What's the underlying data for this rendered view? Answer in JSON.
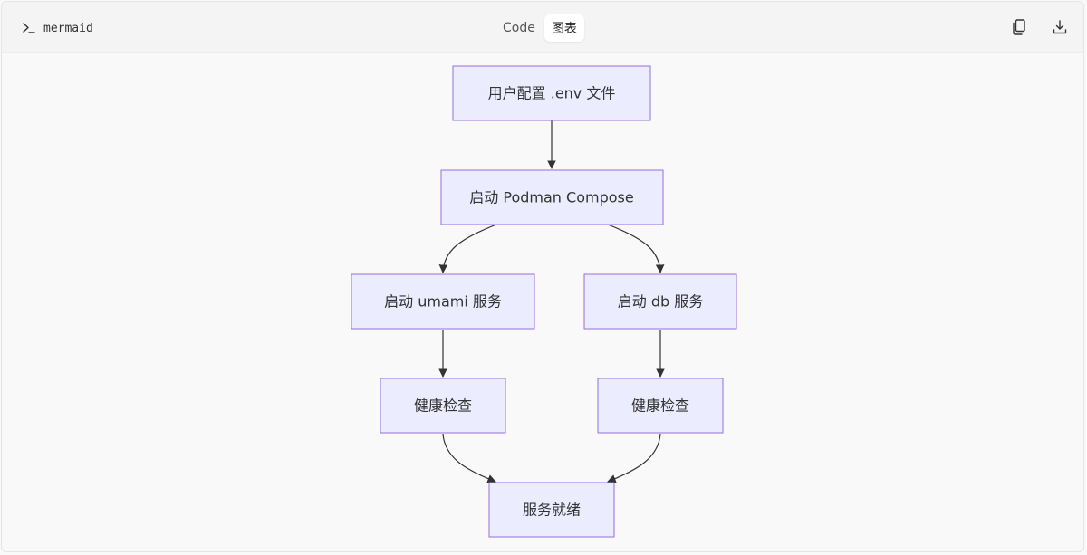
{
  "header": {
    "language": "mermaid",
    "tabs": [
      {
        "label": "Code",
        "active": false
      },
      {
        "label": "图表",
        "active": true
      }
    ],
    "actions": {
      "copy_icon": "copy-icon",
      "download_icon": "download-icon"
    }
  },
  "diagram": {
    "type": "flowchart",
    "node_fill": "#ececff",
    "node_stroke": "#9370db",
    "edge_color": "#333333",
    "nodes": {
      "config_env": "用户配置 .env 文件",
      "start_compose": "启动 Podman Compose",
      "start_umami": "启动 umami 服务",
      "start_db": "启动 db 服务",
      "health_umami": "健康检查",
      "health_db": "健康检查",
      "ready": "服务就绪"
    },
    "edges": [
      [
        "config_env",
        "start_compose"
      ],
      [
        "start_compose",
        "start_umami"
      ],
      [
        "start_compose",
        "start_db"
      ],
      [
        "start_umami",
        "health_umami"
      ],
      [
        "start_db",
        "health_db"
      ],
      [
        "health_umami",
        "ready"
      ],
      [
        "health_db",
        "ready"
      ]
    ]
  }
}
